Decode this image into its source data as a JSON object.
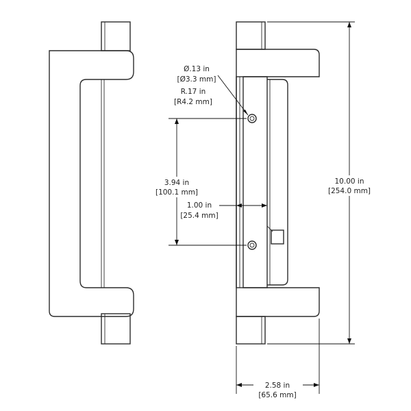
{
  "dimensions": {
    "hole_diameter": {
      "line1": "Ø.13 in",
      "line2": "[Ø3.3 mm]"
    },
    "hole_radius": {
      "line1": "R.17 in",
      "line2": "[R4.2 mm]"
    },
    "hole_spacing": {
      "line1": "3.94 in",
      "line2": "[100.1 mm]"
    },
    "projection": {
      "line1": "1.00 in",
      "line2": "[25.4 mm]"
    },
    "overall_length": {
      "line1": "10.00 in",
      "line2": "[254.0 mm]"
    },
    "overall_width": {
      "line1": "2.58 in",
      "line2": "[65.6 mm]"
    }
  }
}
